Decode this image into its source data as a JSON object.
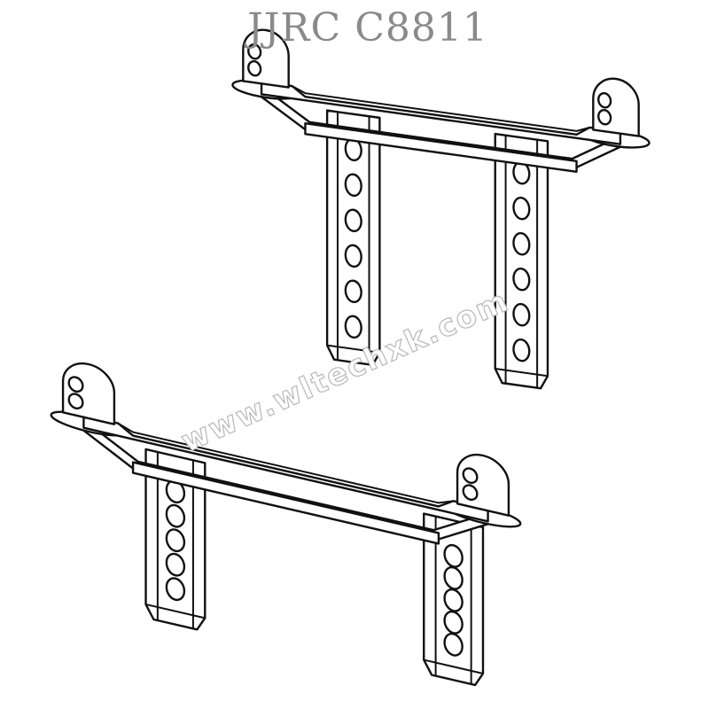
{
  "title": "JJRC C8811",
  "watermark": "www.wltechxk.com",
  "parts": [
    {
      "name": "body-post-upper",
      "leg_count": 2,
      "holes_per_leg": 6
    },
    {
      "name": "body-post-lower",
      "leg_count": 2,
      "holes_per_leg": 5
    }
  ],
  "colors": {
    "line": "#111111",
    "title": "#8a8a8a",
    "watermark": "#b8b8b8"
  }
}
